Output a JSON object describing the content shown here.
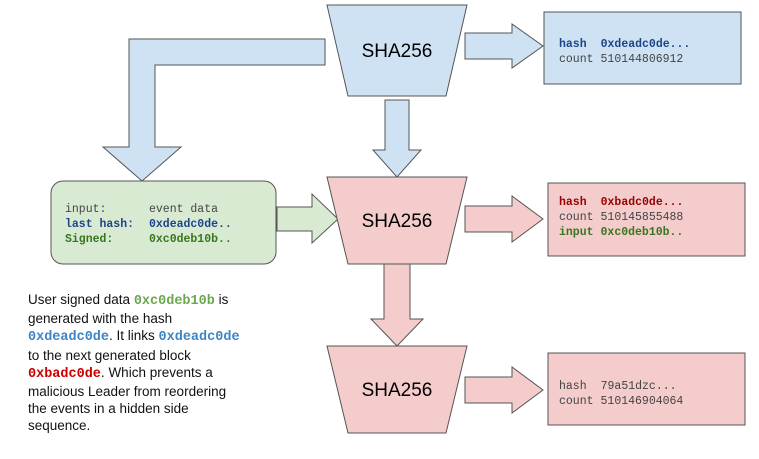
{
  "hasher_label": "SHA256",
  "block1": {
    "hash_key": "hash",
    "hash_value": "0xdeadc0de...",
    "count_key": "count",
    "count_value": "510144806912"
  },
  "block2": {
    "hash_key": "hash",
    "hash_value": "0xbadc0de...",
    "count_key": "count",
    "count_value": "510145855488",
    "input_key": "input",
    "input_value": "0xc0deb10b.."
  },
  "block3": {
    "hash_key": "hash",
    "hash_value": "79a51dzc...",
    "count_key": "count",
    "count_value": "510146904064"
  },
  "event": {
    "input_key": "input:",
    "input_value": "event data",
    "last_hash_key": "last hash:",
    "last_hash_value": "0xdeadc0de..",
    "signed_key": "Signed:",
    "signed_value": "0xc0deb10b.."
  },
  "caption": {
    "p1": "User signed data ",
    "signed": "0xc0deb10b",
    "p2": " is generated with the hash ",
    "hash1": "0xdeadc0de",
    "p3": ".  It links ",
    "hash1b": "0xdeadc0de",
    "p4": " to the next generated block ",
    "hash2": "0xbadc0de",
    "p5": ".",
    "p6": " Which prevents a malicious Leader from reordering the events in a hidden side sequence."
  },
  "colors": {
    "blue_fill": "#cfe2f3",
    "red_fill": "#f4cccc",
    "green_fill": "#d9ead3",
    "stroke": "#555555",
    "text_blue": "#1c4587",
    "text_red": "#990000",
    "text_green": "#38761d",
    "text_gray": "#444444"
  }
}
